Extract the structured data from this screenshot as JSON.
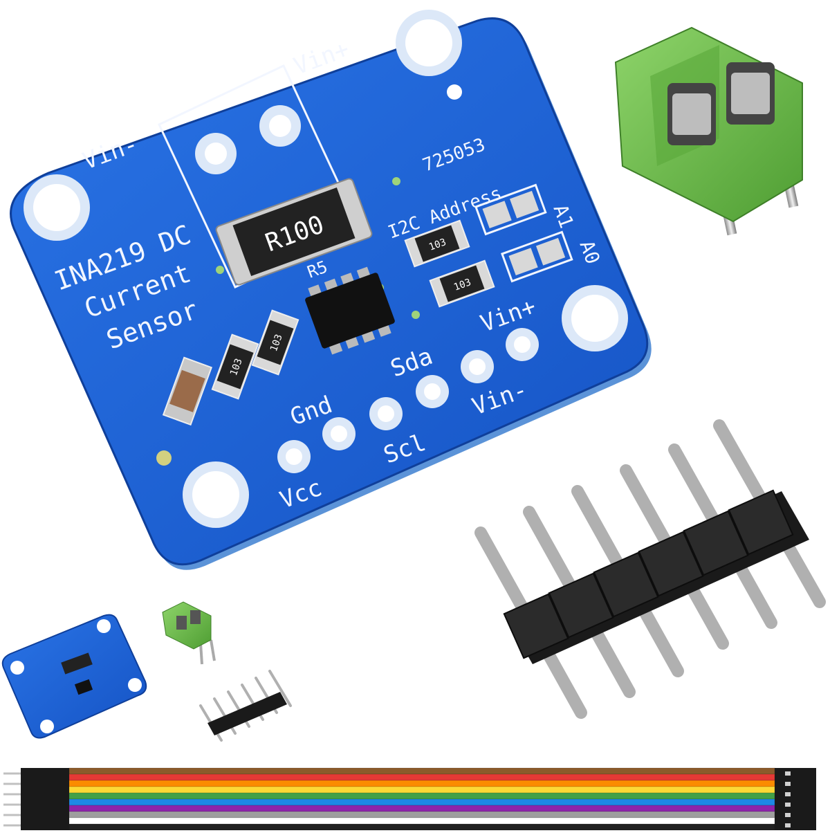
{
  "board": {
    "title_line1": "INA219 DC",
    "title_line2": "Current",
    "title_line3": "Sensor",
    "vin_plus_top": "Vin+",
    "vin_minus_left": "Vin-",
    "code": "725053",
    "i2c_label": "I2C Address",
    "a1": "A1",
    "a0": "A0",
    "shunt": "R100",
    "r5": "R5",
    "smd_103": "103",
    "pin_vcc": "Vcc",
    "pin_gnd": "Gnd",
    "pin_scl": "Scl",
    "pin_sda": "Sda",
    "pin_vin_minus": "Vin-",
    "pin_vin_plus": "Vin+"
  },
  "colors": {
    "pcb": "#1e63d6",
    "pcb_dark": "#0f3f9a",
    "pcb_edge": "#6aa6e8",
    "silk": "#f2f6ff",
    "terminal_green": "#6fc04a",
    "header_black": "#1a1a1a",
    "pin_metal": "#c9c9c9"
  },
  "ribbon": {
    "wire_colors": [
      "#8b5a2b",
      "#e53935",
      "#fb8c00",
      "#fdd835",
      "#43a047",
      "#1e88e5",
      "#8e24aa",
      "#9e9e9e",
      "#ffffff",
      "#212121"
    ]
  }
}
